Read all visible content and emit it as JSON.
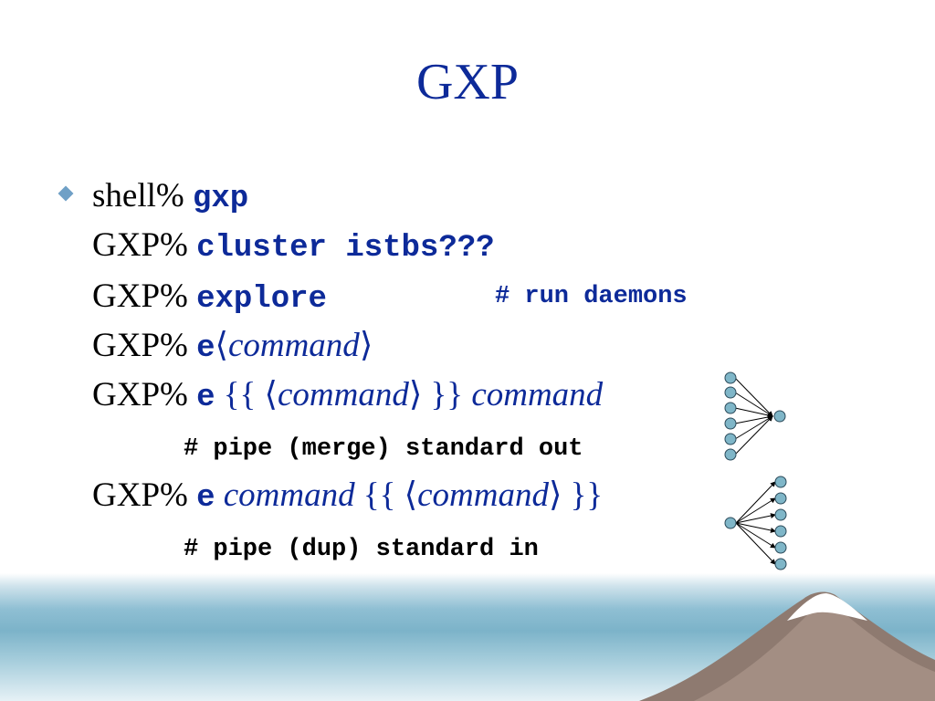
{
  "title": "GXP",
  "lines": [
    {
      "prompt": "shell%",
      "cmd": "gxp"
    },
    {
      "prompt": "GXP%",
      "cmd": "cluster istbs???"
    },
    {
      "prompt": "GXP%",
      "cmd": "explore",
      "comment": "# run daemons"
    },
    {
      "prompt": "GXP%",
      "cmd": "e",
      "langle": "⟨",
      "arg": "command",
      "rangle": "⟩"
    },
    {
      "prompt": "GXP%",
      "cmd": "e",
      "open": "{{",
      "langle": "⟨",
      "arg": "command",
      "rangle": "⟩",
      "close": "}}",
      "tail": "command"
    },
    {
      "prompt": "GXP%",
      "cmd": "e",
      "head": "command",
      "open": "{{",
      "langle": "⟨",
      "arg": "command",
      "rangle": "⟩",
      "close": "}}"
    }
  ],
  "comments": {
    "merge": "# pipe (merge) standard out",
    "dup": "# pipe (dup) standard in"
  },
  "colors": {
    "title": "#0d2a99",
    "command": "#0d2a99",
    "bullet": "#6fa0c6",
    "node_fill": "#7fb6c8",
    "band": "#7cb3c9"
  },
  "icons": {
    "bullet": "diamond-bullet-icon",
    "merge_diagram": "merge-fan-in-icon",
    "dup_diagram": "dup-fan-out-icon"
  }
}
